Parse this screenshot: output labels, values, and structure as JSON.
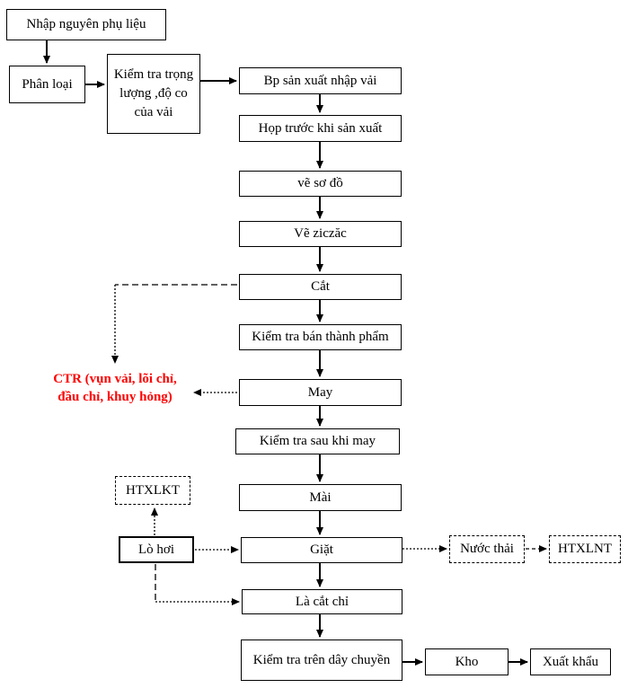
{
  "colors": {
    "box_border": "#000000",
    "text": "#000000",
    "ctr_note_text": "#ff0000",
    "background": "#ffffff"
  },
  "nodes": {
    "nhap_nguyen_phu_lieu": {
      "label": "Nhập nguyên phụ liệu"
    },
    "phan_loai": {
      "label": "Phân loại"
    },
    "kiem_tra_vai": {
      "label": "Kiểm tra trọng lượng ,độ co của vải"
    },
    "bp_san_xuat": {
      "label": "Bp sản xuất nhập vải"
    },
    "hop_truoc": {
      "label": "Họp trước khi sản xuất"
    },
    "ve_so_do": {
      "label": "vẽ sơ đồ"
    },
    "ve_ziczac": {
      "label": "Vẽ ziczăc"
    },
    "cat": {
      "label": "Cắt"
    },
    "kiem_tra_ban_thanh_pham": {
      "label": "Kiểm tra bán thành phẩm"
    },
    "may": {
      "label": "May"
    },
    "kiem_tra_sau_khi_may": {
      "label": "Kiểm tra sau khi may"
    },
    "mai": {
      "label": "Mài"
    },
    "giat": {
      "label": "Giặt"
    },
    "la_cat_chi": {
      "label": "Là cắt chỉ"
    },
    "kiem_tra_day_chuyen": {
      "label": "Kiểm tra trên dây chuyền"
    },
    "kho": {
      "label": "Kho"
    },
    "xuat_khau": {
      "label": "Xuất khẩu"
    },
    "htxlkt": {
      "label": "HTXLKT"
    },
    "lo_hoi": {
      "label": "Lò hơi"
    },
    "nuoc_thai": {
      "label": "Nước thải"
    },
    "htxlnt": {
      "label": "HTXLNT"
    }
  },
  "ctr_note": {
    "line1": "CTR (vụn vải, lõi chỉ,",
    "line2": "đầu chỉ, khuy hỏng)"
  }
}
